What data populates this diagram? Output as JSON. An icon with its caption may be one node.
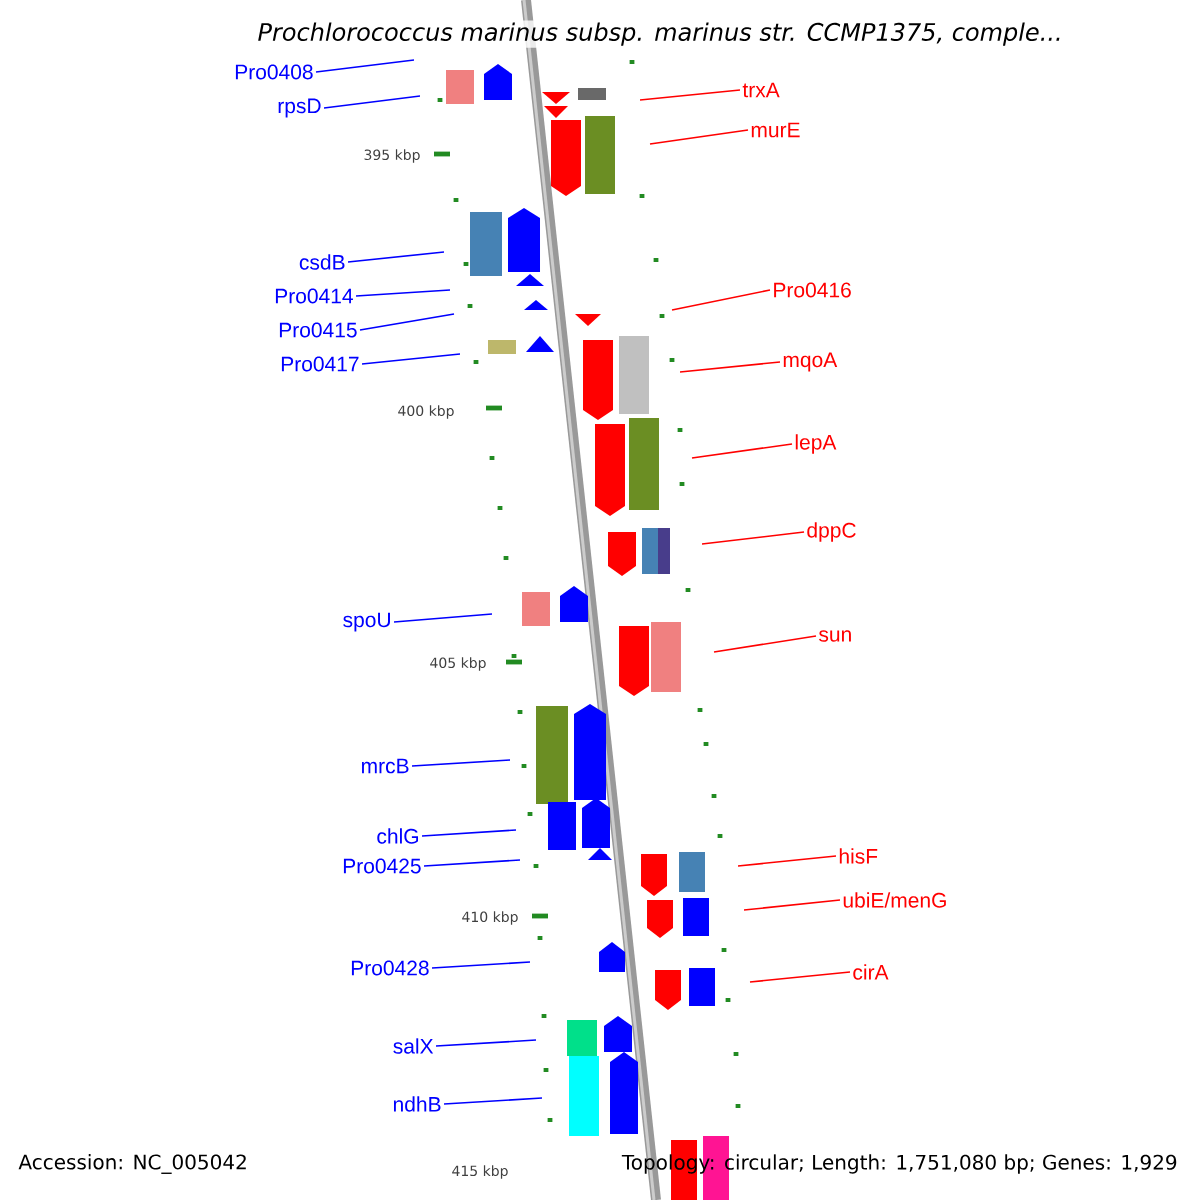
{
  "diagram": {
    "title": "Prochlorococcus marinus subsp. marinus str. CCMP1375, comple...",
    "nodes": [
      {
        "text": [
          "Pro0408"
        ]
      },
      {
        "text": [
          "rpsD"
        ]
      },
      {
        "text": [
          "csdB"
        ]
      },
      {
        "text": [
          "Pro0414"
        ]
      },
      {
        "text": [
          "Pro0415"
        ]
      },
      {
        "text": [
          "Pro0417"
        ]
      },
      {
        "text": [
          "spoU"
        ]
      },
      {
        "text": [
          "mrcB"
        ]
      },
      {
        "text": [
          "chlG"
        ]
      },
      {
        "text": [
          "Pro0425"
        ]
      },
      {
        "text": [
          "Pro0428"
        ]
      },
      {
        "text": [
          "salX"
        ]
      },
      {
        "text": [
          "ndhB"
        ]
      },
      {
        "text": [
          "trxA"
        ]
      },
      {
        "text": [
          "murE"
        ]
      },
      {
        "text": [
          "Pro0416"
        ]
      },
      {
        "text": [
          "mqoA"
        ]
      },
      {
        "text": [
          "lepA"
        ]
      },
      {
        "text": [
          "dppC"
        ]
      },
      {
        "text": [
          "sun"
        ]
      },
      {
        "text": [
          "hisF"
        ]
      },
      {
        "text": [
          "ubiE/menG"
        ]
      },
      {
        "text": [
          "cirA"
        ]
      }
    ],
    "edges": [
      {
        "from": 0,
        "to": null,
        "arrow": "none"
      },
      {
        "from": 1,
        "to": null,
        "arrow": "none"
      },
      {
        "from": 2,
        "to": null,
        "arrow": "none"
      },
      {
        "from": 3,
        "to": null,
        "arrow": "none"
      },
      {
        "from": 4,
        "to": null,
        "arrow": "none"
      },
      {
        "from": 5,
        "to": null,
        "arrow": "none"
      },
      {
        "from": 6,
        "to": null,
        "arrow": "none"
      },
      {
        "from": 7,
        "to": null,
        "arrow": "none"
      },
      {
        "from": 8,
        "to": null,
        "arrow": "none"
      },
      {
        "from": 9,
        "to": null,
        "arrow": "none"
      },
      {
        "from": 10,
        "to": null,
        "arrow": "none"
      },
      {
        "from": 11,
        "to": null,
        "arrow": "none"
      },
      {
        "from": 12,
        "to": null,
        "arrow": "none"
      },
      {
        "from": 13,
        "to": null,
        "arrow": "none",
        "color": "#ff0000"
      },
      {
        "from": 14,
        "to": null,
        "arrow": "none",
        "color": "#ff0000"
      },
      {
        "from": 15,
        "to": null,
        "arrow": "none",
        "color": "#ff0000"
      },
      {
        "from": 16,
        "to": null,
        "arrow": "none",
        "color": "#ff0000"
      },
      {
        "from": 17,
        "to": null,
        "arrow": "none",
        "color": "#ff0000"
      },
      {
        "from": 18,
        "to": null,
        "arrow": "none",
        "color": "#ff0000"
      },
      {
        "from": 19,
        "to": null,
        "arrow": "none",
        "color": "#ff0000"
      },
      {
        "from": 20,
        "to": null,
        "arrow": "none",
        "color": "#ff0000"
      },
      {
        "from": 21,
        "to": null,
        "arrow": "none",
        "color": "#ff0000"
      },
      {
        "from": 22,
        "to": null,
        "arrow": "none",
        "color": "#ff0000"
      }
    ],
    "labels": [
      "395 kbp",
      "400 kbp",
      "405 kbp",
      "410 kbp",
      "415 kbp",
      "Accession: NC_005042",
      "Topology: circular; Length: 1,751,080 bp; Genes: 1,929"
    ]
  }
}
